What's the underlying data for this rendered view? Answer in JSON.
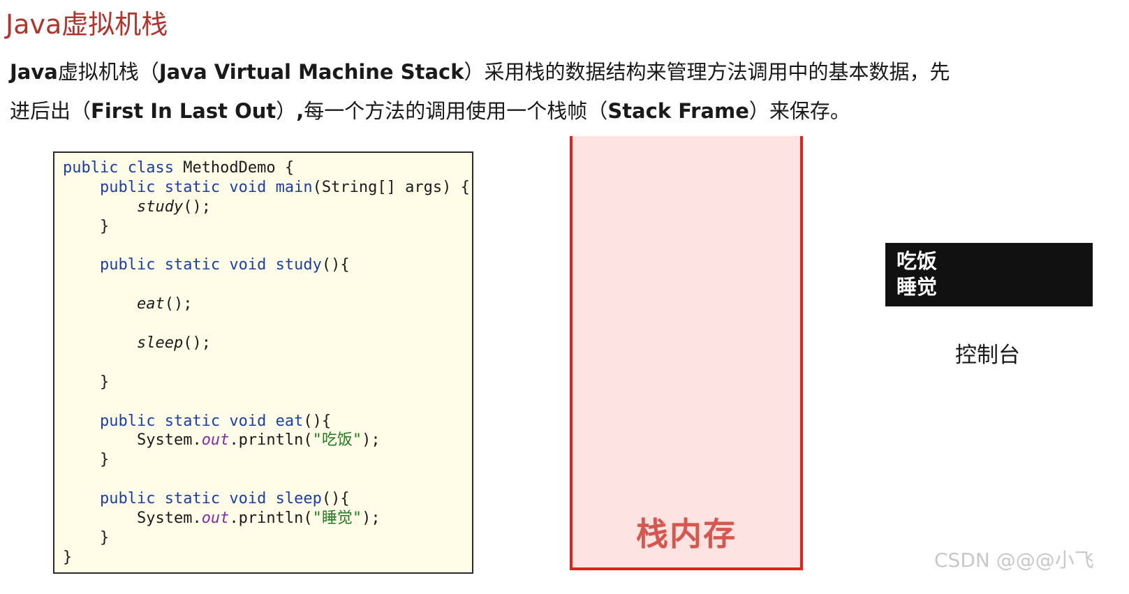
{
  "title": "Java虚拟机栈",
  "description": {
    "line1_a": "Java",
    "line1_b": "虚拟机栈（",
    "line1_c": "Java Virtual Machine Stack",
    "line1_d": "）采用栈的数据结构来管理方法调用中的基本数据，先",
    "line2_a": "进后出（",
    "line2_b": "First In Last Out",
    "line2_c": "）",
    "line2_d": ",",
    "line2_e": "每一个方法的调用使用一个栈帧（",
    "line2_f": "Stack Frame",
    "line2_g": "）来保存。"
  },
  "code": {
    "class_decl_kw": "public class",
    "class_decl_rest": " MethodDemo {",
    "main_kw": "public static void",
    "main_name": "main",
    "main_rest": "(String[] args) {",
    "call_study": "study",
    "call_suffix": "();",
    "close_brace": "}",
    "study_kw": "public static void",
    "study_name": "study",
    "method_open": "(){",
    "call_eat": "eat",
    "call_sleep": "sleep",
    "eat_kw": "public static void",
    "eat_name": "eat",
    "print_prefix": "System.",
    "print_field": "out",
    "print_method": ".println(",
    "eat_str": "\"吃饭\"",
    "print_suffix": ");",
    "sleep_kw": "public static void",
    "sleep_name": "sleep",
    "sleep_str": "\"睡觉\"",
    "class_close": "}"
  },
  "stack_label": "栈内存",
  "console": {
    "lines": [
      "吃饭",
      "睡觉"
    ],
    "label": "控制台"
  },
  "watermark": "CSDN @@@小飞",
  "colors": {
    "title": "#b3322b",
    "stack_border": "#d8261f",
    "stack_fill": "#fde4e2",
    "stack_label": "#d7564d",
    "code_bg": "#fffde8",
    "keyword": "#1a3fa0",
    "field": "#8b2aa3",
    "string": "#1f7a1f",
    "console_bg": "#111111"
  }
}
